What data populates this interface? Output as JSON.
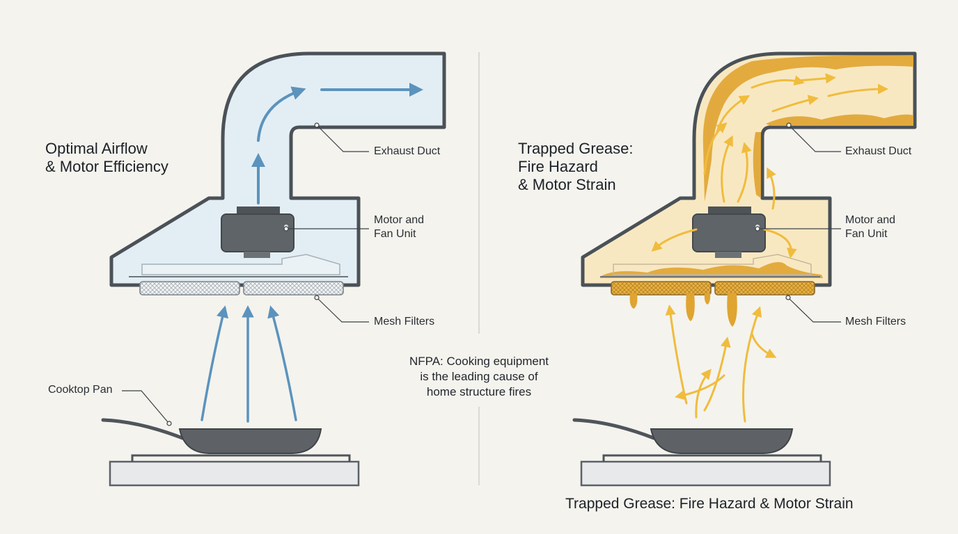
{
  "left_panel": {
    "heading": [
      "Optimal Airflow",
      "& Motor Efficiency"
    ],
    "labels": {
      "exhaust_duct": "Exhaust Duct",
      "motor_fan": [
        "Motor and",
        "Fan Unit"
      ],
      "mesh_filters": "Mesh Filters",
      "cooktop_pan": "Cooktop Pan"
    }
  },
  "right_panel": {
    "heading": [
      "Trapped Grease:",
      "Fire Hazard",
      "& Motor Strain"
    ],
    "labels": {
      "exhaust_duct": "Exhaust Duct",
      "motor_fan": [
        "Motor and",
        "Fan Unit"
      ],
      "mesh_filters": "Mesh Filters"
    },
    "caption": "Trapped Grease: Fire Hazard & Motor Strain"
  },
  "center_note": [
    "NFPA: Cooking equipment",
    "is the leading cause of",
    "home structure fires"
  ],
  "colors": {
    "background": "#f4f3ee",
    "outline": "#4a5157",
    "clean_air_fill": "#e3eef4",
    "clean_arrow": "#5b93bd",
    "grease_fill": "#f8e8c2",
    "grease": "#e0a430",
    "grease_arrow": "#f0bc3c",
    "motor": "#5f6468",
    "pan": "#5e6266"
  },
  "icons": {
    "airflow": "arrow-icon",
    "grease_flow": "arrow-icon",
    "motor": "motor-fan-icon",
    "pan": "frying-pan-icon"
  }
}
